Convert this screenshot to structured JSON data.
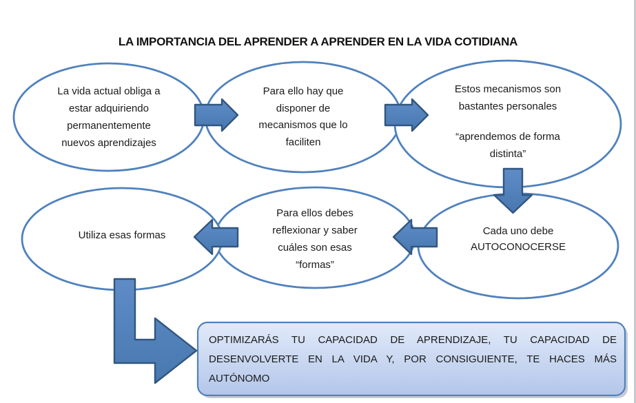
{
  "title": "LA IMPORTANCIA DEL APRENDER A APRENDER EN LA VIDA COTIDIANA",
  "ellipses": {
    "e1": {
      "text": "La vida actual obliga a\nestar adquiriendo\npermanentemente\nnuevos aprendizajes"
    },
    "e2": {
      "text": "Para ello hay que\ndisponer de\nmecanismos que lo\nfaciliten"
    },
    "e3": {
      "text_top": "Estos mecanismos son\nbastantes personales",
      "text_bottom": "“aprendemos de forma\ndistinta”"
    },
    "e4": {
      "text": "Cada uno debe\nAUTOCONOCERSE"
    },
    "e5": {
      "text": "Para ellos debes\nreflexionar y saber\ncuáles son esas\n“formas”"
    },
    "e6": {
      "text": "Utiliza esas formas"
    }
  },
  "conclusion_box": {
    "lines": [
      "OPTIMIZARÁS TU CAPACIDAD DE APRENDIZAJE, TU CAPACIDAD DE",
      "DESENVOLVERTE EN LA VIDA Y, POR CONSIGUIENTE, TE HACES MÁS",
      "AUTÓNOMO"
    ]
  },
  "colors": {
    "shape_outline": "#4f81bd",
    "arrow_fill_top": "#5f8cc7",
    "arrow_fill_bottom": "#4878b0",
    "arrow_outline": "#31567e",
    "box_fill_top": "#e1eaf8",
    "box_fill_bottom": "#b3c6ea",
    "box_outline": "#4f81bd",
    "text": "#1a1a1a"
  }
}
